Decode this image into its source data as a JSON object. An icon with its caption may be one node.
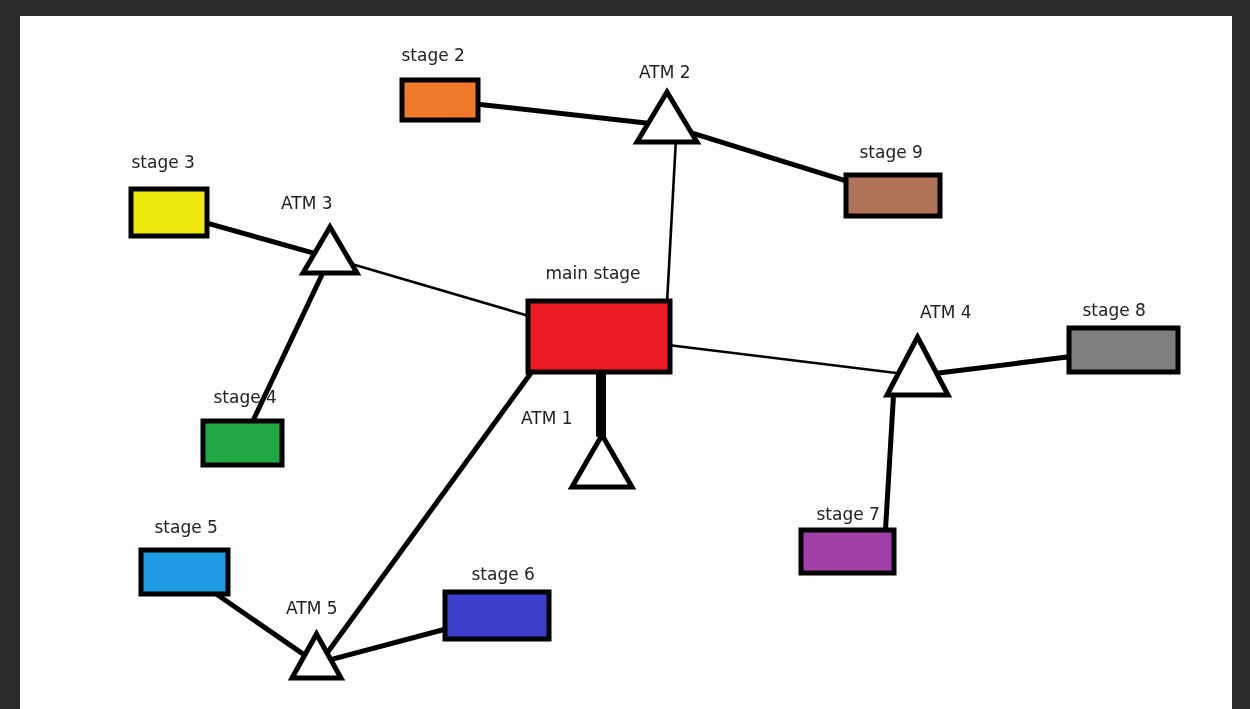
{
  "diagram": {
    "nodes": [
      {
        "text": [
          "stage 2"
        ]
      },
      {
        "text": [
          "ATM 2"
        ]
      },
      {
        "text": [
          "stage 3"
        ]
      },
      {
        "text": [
          "stage 9"
        ]
      },
      {
        "text": [
          "ATM 3"
        ]
      },
      {
        "text": [
          "main stage"
        ]
      },
      {
        "text": [
          "ATM 4"
        ]
      },
      {
        "text": [
          "stage 8"
        ]
      },
      {
        "text": [
          "stage 4"
        ]
      },
      {
        "text": [
          "ATM 1"
        ]
      },
      {
        "text": [
          "stage 7"
        ]
      },
      {
        "text": [
          "stage 5"
        ]
      },
      {
        "text": [
          "stage 6"
        ]
      },
      {
        "text": [
          "ATM 5"
        ]
      }
    ],
    "edges": [
      {
        "from": 0,
        "to": 1,
        "arrow": "none"
      },
      {
        "from": 1,
        "to": 3,
        "arrow": "none"
      },
      {
        "from": 1,
        "to": 5,
        "arrow": "none"
      },
      {
        "from": 2,
        "to": 4,
        "arrow": "none"
      },
      {
        "from": 4,
        "to": 5,
        "arrow": "none"
      },
      {
        "from": 4,
        "to": 8,
        "arrow": "none"
      },
      {
        "from": 5,
        "to": 6,
        "arrow": "none"
      },
      {
        "from": 6,
        "to": 7,
        "arrow": "none"
      },
      {
        "from": 6,
        "to": 10,
        "arrow": "none"
      },
      {
        "from": 5,
        "to": 9,
        "arrow": "none",
        "style": "thick"
      },
      {
        "from": 5,
        "to": 13,
        "arrow": "none"
      },
      {
        "from": 13,
        "to": 11,
        "arrow": "none"
      },
      {
        "from": 13,
        "to": 12,
        "arrow": "none"
      }
    ]
  }
}
